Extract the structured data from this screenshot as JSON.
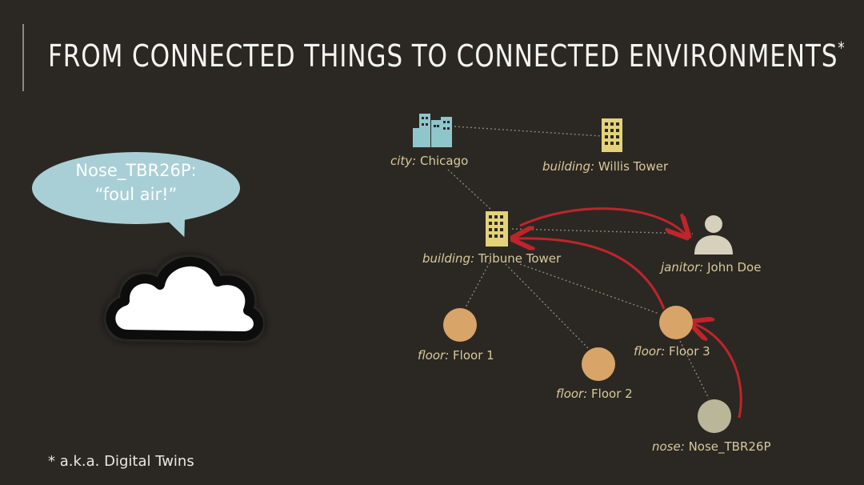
{
  "slide": {
    "title": "FROM CONNECTED THINGS TO CONNECTED ENVIRONMENTS",
    "title_marker": "*",
    "footnote": "* a.k.a. Digital Twins"
  },
  "speech_bubble": {
    "line1": "Nose_TBR26P:",
    "line2": "“foul air!”",
    "color": "#a9cfd6"
  },
  "nodes": {
    "city": {
      "kind": "city:",
      "name": "Chicago",
      "icon": "city-icon"
    },
    "willis": {
      "kind": "building:",
      "name": "Willis Tower",
      "icon": "building-icon"
    },
    "tribune": {
      "kind": "building:",
      "name": "Tribune Tower",
      "icon": "building-icon"
    },
    "janitor": {
      "kind": "janitor:",
      "name": "John Doe",
      "icon": "person-icon"
    },
    "floor1": {
      "kind": "floor:",
      "name": "Floor 1"
    },
    "floor2": {
      "kind": "floor:",
      "name": "Floor 2"
    },
    "floor3": {
      "kind": "floor:",
      "name": "Floor 3"
    },
    "nose": {
      "kind": "nose:",
      "name": "Nose_TBR26P"
    }
  },
  "colors": {
    "background": "#2b2823",
    "floor_node": "#d9a468",
    "nose_node": "#b9b69a",
    "building": "#e3d27a",
    "city": "#8fc6cc",
    "person": "#d6d0bc",
    "arrow": "#c0242b",
    "edge": "#8a8678",
    "label": "#d8c89a"
  }
}
